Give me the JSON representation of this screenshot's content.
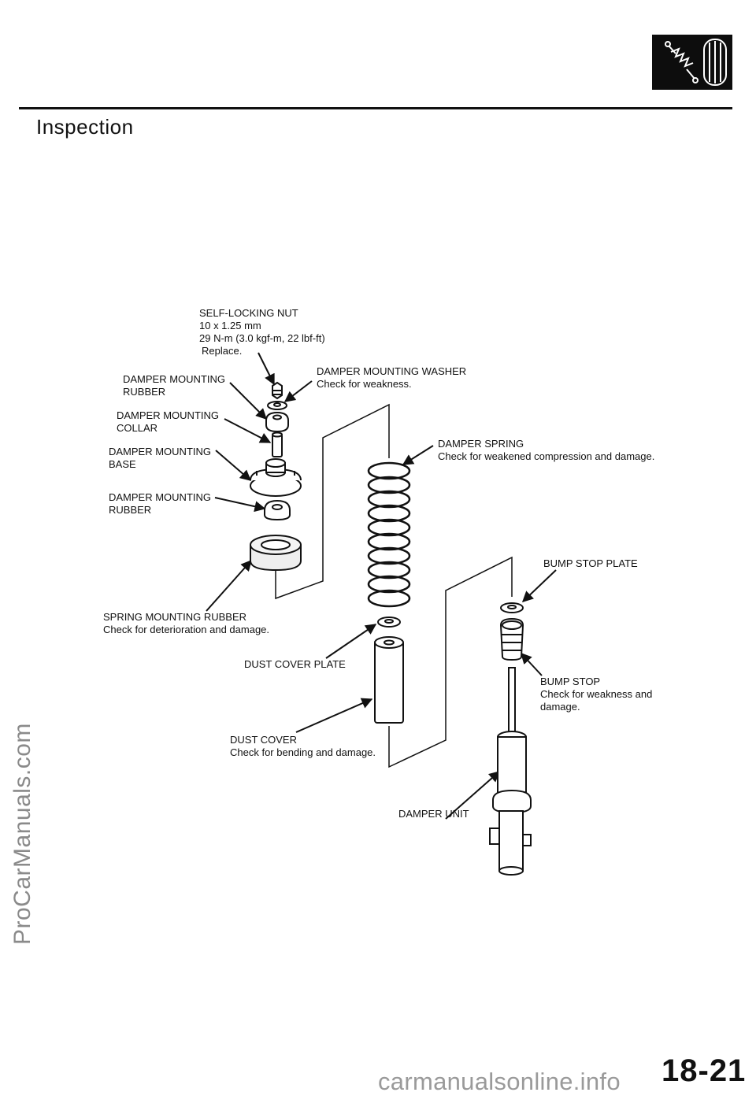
{
  "page": {
    "title": "Inspection",
    "page_number": "18-21",
    "watermark_side": "ProCarManuals.com",
    "watermark_bottom": "carmanualsonline.info",
    "section_icon": "shock-absorber-icon"
  },
  "callouts": {
    "self_locking_nut": {
      "name": "SELF-LOCKING NUT",
      "spec_size": "10 x 1.25 mm",
      "spec_torque": "29 N-m (3.0 kgf-m, 22 lbf-ft)",
      "note": "Replace."
    },
    "mounting_rubber_top": {
      "name_line1": "DAMPER MOUNTING",
      "name_line2": "RUBBER"
    },
    "mounting_washer": {
      "name": "DAMPER MOUNTING WASHER",
      "note": "Check for weakness."
    },
    "mounting_collar": {
      "name_line1": "DAMPER MOUNTING",
      "name_line2": "COLLAR"
    },
    "damper_spring": {
      "name": "DAMPER SPRING",
      "note": "Check for weakened compression and damage."
    },
    "mounting_base": {
      "name_line1": "DAMPER MOUNTING",
      "name_line2": "BASE"
    },
    "mounting_rubber_bottom": {
      "name_line1": "DAMPER MOUNTING",
      "name_line2": "RUBBER"
    },
    "bump_stop_plate": {
      "name": "BUMP STOP PLATE"
    },
    "spring_mounting_rubber": {
      "name": "SPRING MOUNTING RUBBER",
      "note": "Check for deterioration and damage."
    },
    "dust_cover_plate": {
      "name": "DUST COVER PLATE"
    },
    "bump_stop": {
      "name": "BUMP STOP",
      "note_line1": "Check for weakness and",
      "note_line2": "damage."
    },
    "dust_cover": {
      "name": "DUST COVER",
      "note": "Check for bending and damage."
    },
    "damper_unit": {
      "name": "DAMPER UNIT"
    }
  }
}
